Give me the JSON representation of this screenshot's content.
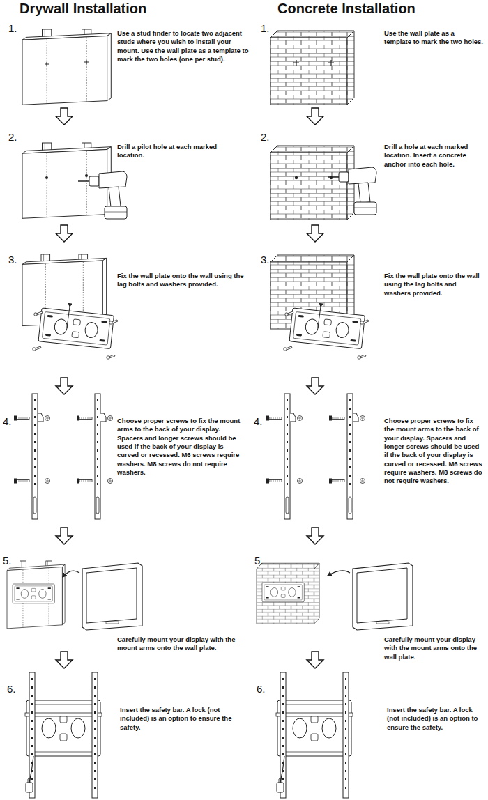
{
  "diagram": {
    "labels": [
      "Drywall Installation",
      "Concrete Installation",
      "1.",
      "Use a stud finder to locate two adjacent studs where you wish to install your mount. Use the wall plate as a template to mark the two holes (one per stud).",
      "1.",
      "Use the wall plate as a template to mark the two holes.",
      "2.",
      "Drill a pilot hole at each marked location.",
      "2.",
      "Drill a hole at each marked location. Insert a concrete anchor into each hole.",
      "3.",
      "Fix the wall plate onto the wall using the lag bolts and washers provided.",
      "3.",
      "Fix the wall plate onto the wall using the lag bolts and washers provided.",
      "4.",
      "Choose proper screws to fix the mount arms to the back of your display. Spacers and longer screws should be used if the back of your display is curved or recessed. M6 screws require washers. M8 screws do not require washers.",
      "4.",
      "Choose proper screws to fix the mount arms to the back of your display. Spacers and longer screws should be used if the back of your display is curved or recessed. M6 screws require washers. M8 screws do not require washers.",
      "5.",
      "Carefully mount your display with the mount arms onto the wall plate.",
      "5.",
      "Carefully mount your display with the mount arms onto the wall plate.",
      "6.",
      "Insert the safety bar. A lock (not included) is an option to ensure the safety.",
      "6.",
      "Insert the safety bar. A lock (not included) is an option to ensure the safety."
    ]
  }
}
